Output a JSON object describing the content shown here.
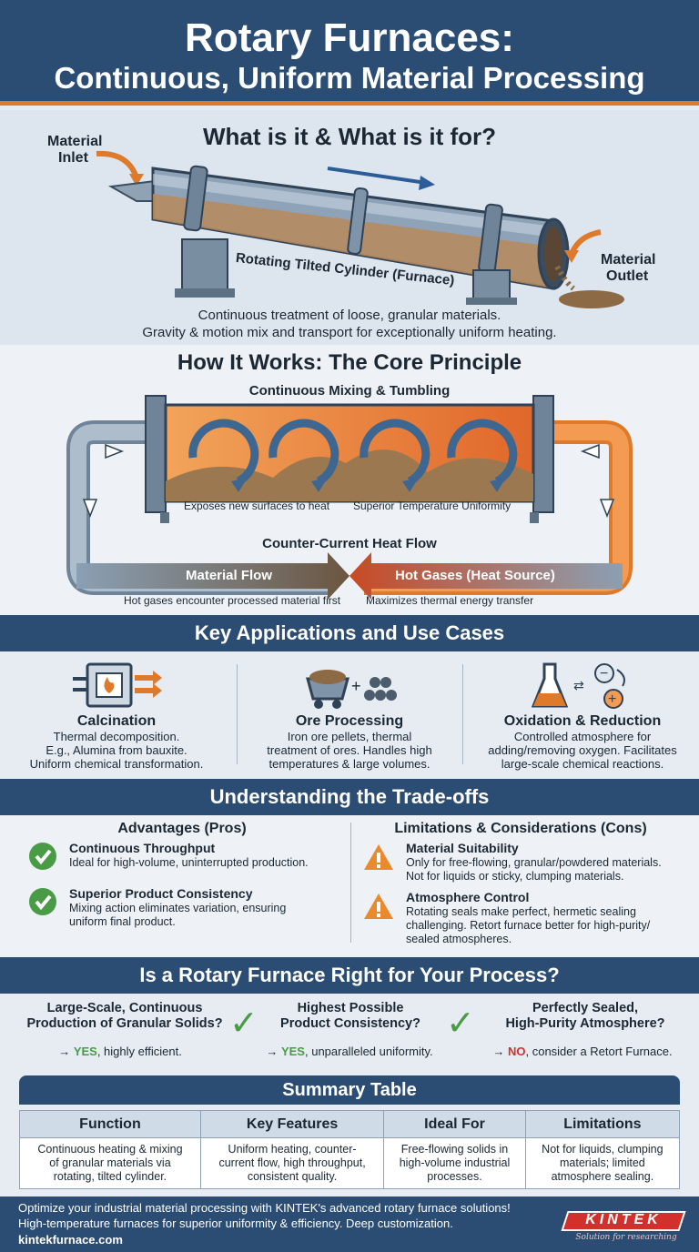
{
  "header": {
    "title": "Rotary Furnaces:",
    "subtitle": "Continuous, Uniform Material Processing"
  },
  "what": {
    "title": "What is it & What is it for?",
    "inlet_label_1": "Material",
    "inlet_label_2": "Inlet",
    "outlet_label_1": "Material",
    "outlet_label_2": "Outlet",
    "cylinder_label": "Rotating Tilted Cylinder (Furnace)",
    "caption_1": "Continuous treatment of loose, granular materials.",
    "caption_2": "Gravity & motion mix and transport for exceptionally uniform heating."
  },
  "how": {
    "title": "How It Works: The Core Principle",
    "mixing_title": "Continuous Mixing & Tumbling",
    "note_left": "Exposes new surfaces to heat",
    "note_right": "Superior Temperature Uniformity",
    "flow_title": "Counter-Current Heat Flow",
    "material_flow": "Material Flow",
    "hot_gases": "Hot Gases (Heat Source)",
    "flow_note_left": "Hot gases encounter processed material first",
    "flow_note_right": "Maximizes thermal energy transfer"
  },
  "applications": {
    "title": "Key Applications and Use Cases",
    "items": [
      {
        "name": "Calcination",
        "lines": [
          "Thermal decomposition.",
          "E.g., Alumina from bauxite.",
          "Uniform chemical transformation."
        ]
      },
      {
        "name": "Ore Processing",
        "lines": [
          "Iron ore pellets, thermal",
          "treatment of ores. Handles high",
          "temperatures & large volumes."
        ]
      },
      {
        "name": "Oxidation & Reduction",
        "lines": [
          "Controlled atmosphere for",
          "adding/removing oxygen. Facilitates",
          "large-scale chemical reactions."
        ]
      }
    ]
  },
  "tradeoffs": {
    "title": "Understanding the Trade-offs",
    "pros_title": "Advantages (Pros)",
    "cons_title": "Limitations & Considerations (Cons)",
    "pros": [
      {
        "title": "Continuous Throughput",
        "lines": [
          "Ideal for high-volume, uninterrupted production."
        ]
      },
      {
        "title": "Superior Product Consistency",
        "lines": [
          "Mixing action eliminates variation, ensuring",
          "uniform final product."
        ]
      }
    ],
    "cons": [
      {
        "title": "Material Suitability",
        "lines": [
          "Only for free-flowing, granular/powdered materials.",
          "Not for liquids or sticky, clumping materials."
        ]
      },
      {
        "title": "Atmosphere Control",
        "lines": [
          "Rotating seals make perfect, hermetic sealing",
          "challenging. Retort furnace better for high-purity/",
          "sealed atmospheres."
        ]
      }
    ]
  },
  "decision": {
    "title": "Is a Rotary Furnace Right for Your Process?",
    "questions": [
      {
        "q1": "Large-Scale, Continuous",
        "q2": "Production of Granular Solids?",
        "arrow": "→ ",
        "verdict": "YES",
        "rest": ", highly efficient."
      },
      {
        "q1": "Highest Possible",
        "q2": "Product Consistency?",
        "arrow": "→ ",
        "verdict": "YES",
        "rest": ", unparalleled uniformity."
      },
      {
        "q1": "Perfectly Sealed,",
        "q2": "High-Purity Atmosphere?",
        "arrow": "→ ",
        "verdict": "NO",
        "rest": ", consider a Retort Furnace."
      }
    ]
  },
  "summary": {
    "title": "Summary Table",
    "headers": [
      "Function",
      "Key Features",
      "Ideal For",
      "Limitations"
    ],
    "row": [
      [
        "Continuous heating & mixing",
        "of granular materials via",
        "rotating, tilted cylinder."
      ],
      [
        "Uniform heating, counter-",
        "current flow, high throughput,",
        "consistent quality."
      ],
      [
        "Free-flowing solids in",
        "high-volume industrial",
        "processes."
      ],
      [
        "Not for liquids, clumping",
        "materials; limited",
        "atmosphere sealing."
      ]
    ]
  },
  "footer": {
    "line_1": "Optimize your industrial material processing with KINTEK's advanced rotary furnace solutions!",
    "line_2": "High-temperature furnaces for superior uniformity & efficiency. Deep customization.",
    "url": "kintekfurnace.com",
    "logo_text": "KINTEK",
    "logo_tagline": "Solution for researching"
  },
  "colors": {
    "navy": "#2b4d73",
    "orange": "#e07a2b",
    "green": "#4a9b46",
    "red": "#d2302b"
  }
}
